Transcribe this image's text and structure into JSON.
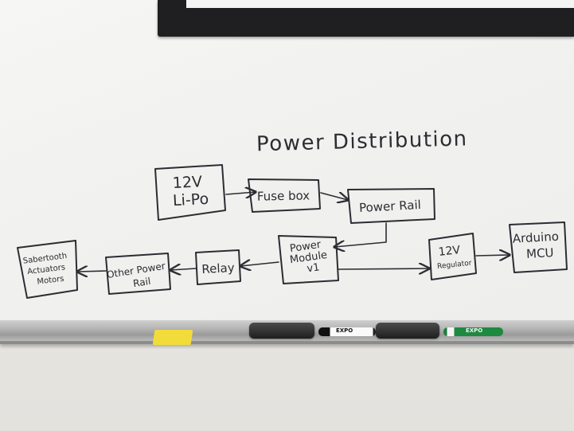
{
  "title": "Power Distribution",
  "nodes": {
    "lipo": {
      "lines": [
        "12V",
        "Li-Po"
      ]
    },
    "fusebox": {
      "lines": [
        "Fuse box"
      ]
    },
    "powerrail": {
      "lines": [
        "Power Rail"
      ]
    },
    "powermodule": {
      "lines": [
        "Power",
        "Module",
        "v1"
      ]
    },
    "regulator": {
      "lines": [
        "12V",
        "Regulator"
      ]
    },
    "arduino": {
      "lines": [
        "Arduino",
        "MCU"
      ]
    },
    "relay": {
      "lines": [
        "Relay"
      ]
    },
    "otherrail": {
      "lines": [
        "Other Power",
        "Rail"
      ]
    },
    "sabertooth": {
      "lines": [
        "Sabertooth",
        "Actuators",
        "Motors"
      ]
    }
  },
  "markers": {
    "black_brand": "EXPO",
    "green_brand": "EXPO"
  }
}
